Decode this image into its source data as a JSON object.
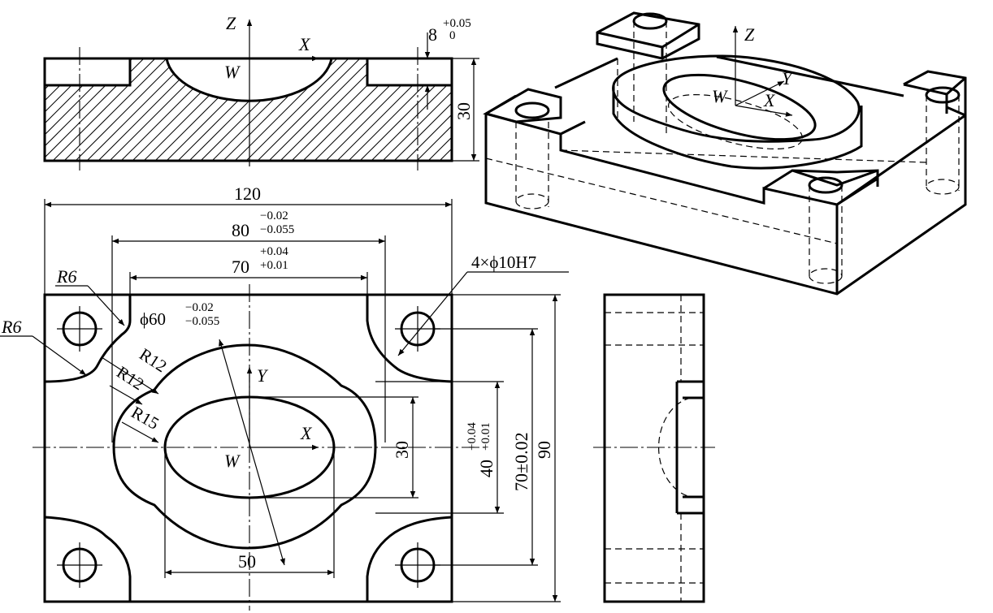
{
  "front_view": {
    "axis_z": "Z",
    "axis_x": "X",
    "origin": "W",
    "depth_dim": {
      "value": "8",
      "upper": "+0.05",
      "lower": "0"
    },
    "height_dim": "30"
  },
  "iso_view": {
    "axis_z": "Z",
    "axis_y": "Y",
    "axis_x": "X",
    "origin": "W"
  },
  "top_view": {
    "width_dim": "120",
    "inner_width_dim": {
      "value": "80",
      "upper": "−0.02",
      "lower": "−0.055"
    },
    "pocket_width_dim": {
      "value": "70",
      "upper": "+0.04",
      "lower": "+0.01"
    },
    "hole_callout": "4×ϕ10H7",
    "radius_outer_1": "R6",
    "radius_outer_2": "R6",
    "diameter_dim": {
      "value": "ϕ60",
      "upper": "−0.02",
      "lower": "−0.055"
    },
    "r12_a": "R12",
    "r12_b": "R12",
    "r15": "R15",
    "axis_y": "Y",
    "axis_x": "X",
    "origin": "W",
    "ellipse_height_dim": "30",
    "pocket_height_dim": {
      "value": "40",
      "upper": "+0.04",
      "lower": "+0.01"
    },
    "hole_pitch_dim": "70±0.02",
    "overall_height_dim": "90",
    "ellipse_width_dim": "50"
  }
}
